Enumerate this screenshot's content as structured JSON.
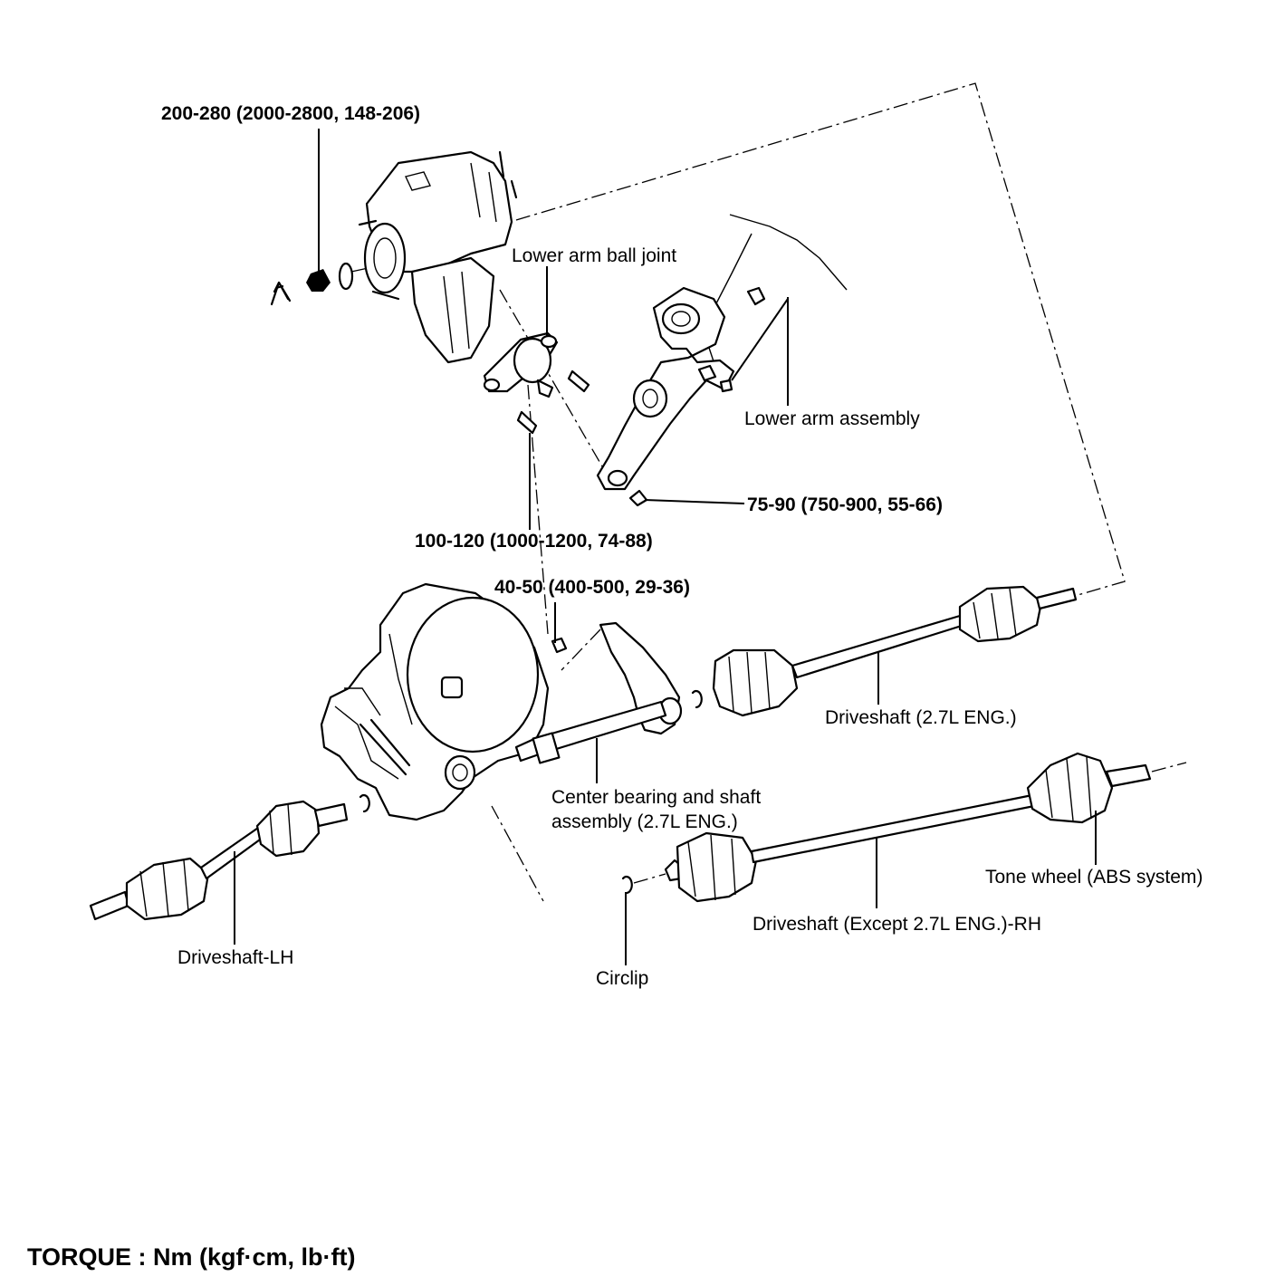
{
  "labels": {
    "torque_knuckle_nut": "200-280 (2000-2800, 148-206)",
    "lower_arm_ball_joint": "Lower arm ball joint",
    "lower_arm_assembly": "Lower arm assembly",
    "torque_lower_arm_nut": "75-90 (750-900, 55-66)",
    "torque_ball_joint_bolt": "100-120 (1000-1200, 74-88)",
    "torque_bearing_bolt": "40-50 (400-500, 29-36)",
    "driveshaft_27": "Driveshaft (2.7L ENG.)",
    "center_bearing_line1": "Center bearing and shaft",
    "center_bearing_line2": "assembly (2.7L ENG.)",
    "tone_wheel": "Tone wheel (ABS system)",
    "driveshaft_rh": "Driveshaft (Except 2.7L ENG.)-RH",
    "driveshaft_lh": "Driveshaft-LH",
    "circlip": "Circlip"
  },
  "footer": {
    "torque_units": "TORQUE : Nm (kgf·cm, lb·ft)"
  }
}
